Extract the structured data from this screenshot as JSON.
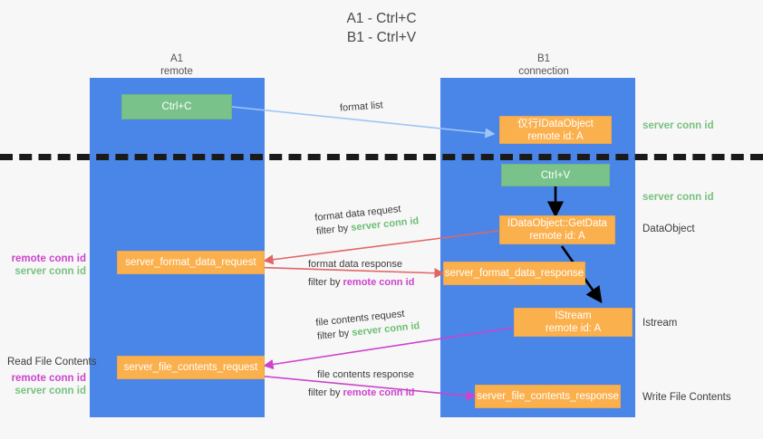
{
  "title": {
    "line1": "A1 - Ctrl+C",
    "line2": "B1 - Ctrl+V"
  },
  "columns": [
    {
      "name": "A1",
      "sub": "remote"
    },
    {
      "name": "B1",
      "sub": "connection"
    }
  ],
  "nodes": {
    "ctrl_c": {
      "label": "Ctrl+C",
      "color": "#79c28a"
    },
    "ctrl_v": {
      "label": "Ctrl+V",
      "color": "#79c28a"
    },
    "idataobject": {
      "line1": "仅行IDataObject",
      "line2": "remote id: A",
      "color": "#fbb04e"
    },
    "getdata": {
      "line1": "IDataObject::GetData",
      "line2": "remote id: A",
      "color": "#fbb04e"
    },
    "istream": {
      "line1": "IStream",
      "line2": "remote id: A",
      "color": "#fbb04e"
    },
    "server_format_data_request": {
      "label": "server_format_data_request"
    },
    "server_format_data_response": {
      "label": "server_format_data_response"
    },
    "server_file_contents_request": {
      "label": "server_file_contents_request"
    },
    "server_file_contents_response": {
      "label": "server_file_contents_response"
    }
  },
  "right_labels": {
    "server_conn_id_top": "server conn id",
    "server_conn_id_mid": "server conn id",
    "dataobject": "DataObject",
    "istream": "Istream",
    "write_file_contents": "Write File Contents"
  },
  "left_labels": {
    "remote_conn_id_1": "remote conn id",
    "server_conn_id_1": "server conn id",
    "read_file_contents": "Read File Contents",
    "remote_conn_id_2": "remote conn id",
    "server_conn_id_2": "server conn id"
  },
  "edges": {
    "format_list": {
      "text": "format list"
    },
    "format_data_request": {
      "line1": "format data request",
      "filter_prefix": "filter by ",
      "filter_value": "server conn id",
      "filter_color": "#6cbf73"
    },
    "format_data_response": {
      "line1": "format data response",
      "filter_prefix": "filter by ",
      "filter_value": "remote conn id",
      "filter_color": "#cc44cc"
    },
    "file_contents_request": {
      "line1": "file contents request",
      "filter_prefix": "filter by ",
      "filter_value": "server conn id",
      "filter_color": "#6cbf73"
    },
    "file_contents_response": {
      "line1": "file contents response",
      "filter_prefix": "filter by ",
      "filter_value": "remote conn id",
      "filter_color": "#cc44cc"
    }
  },
  "colors": {
    "lane": "#4a86e8",
    "green_box": "#79c28a",
    "orange_box": "#fbb04e",
    "divider": "#1a1a1a",
    "arrow_blue": "#9fc5f8",
    "arrow_red": "#e06666",
    "arrow_magenta": "#cc44cc",
    "arrow_black": "#000000",
    "background": "#f7f7f7"
  }
}
